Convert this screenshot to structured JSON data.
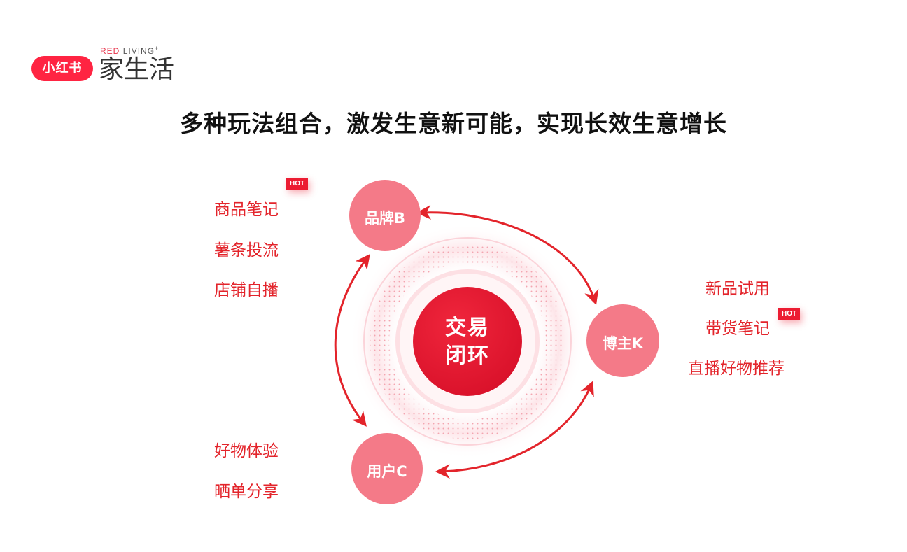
{
  "logo": {
    "badge": "小红书",
    "sub_red": "RED",
    "sub_living": "LIVING",
    "sub_sup": "+",
    "main": "家生活"
  },
  "title": "多种玩法组合，激发生意新可能，实现长效生意增长",
  "center": {
    "line1": "交易",
    "line2": "闭环"
  },
  "nodes": {
    "brand": "品牌B",
    "blogger": "博主K",
    "user": "用户C"
  },
  "brand_items": [
    "商品笔记",
    "薯条投流",
    "店铺自播"
  ],
  "blogger_items": [
    "新品试用",
    "带货笔记",
    "直播好物推荐"
  ],
  "user_items": [
    "好物体验",
    "晒单分享"
  ],
  "hot_label": "HOT",
  "colors": {
    "accent": "#e3242b",
    "node_pink": "#f47a88",
    "center_red": "#e8162f",
    "badge_red": "#ff2442"
  }
}
